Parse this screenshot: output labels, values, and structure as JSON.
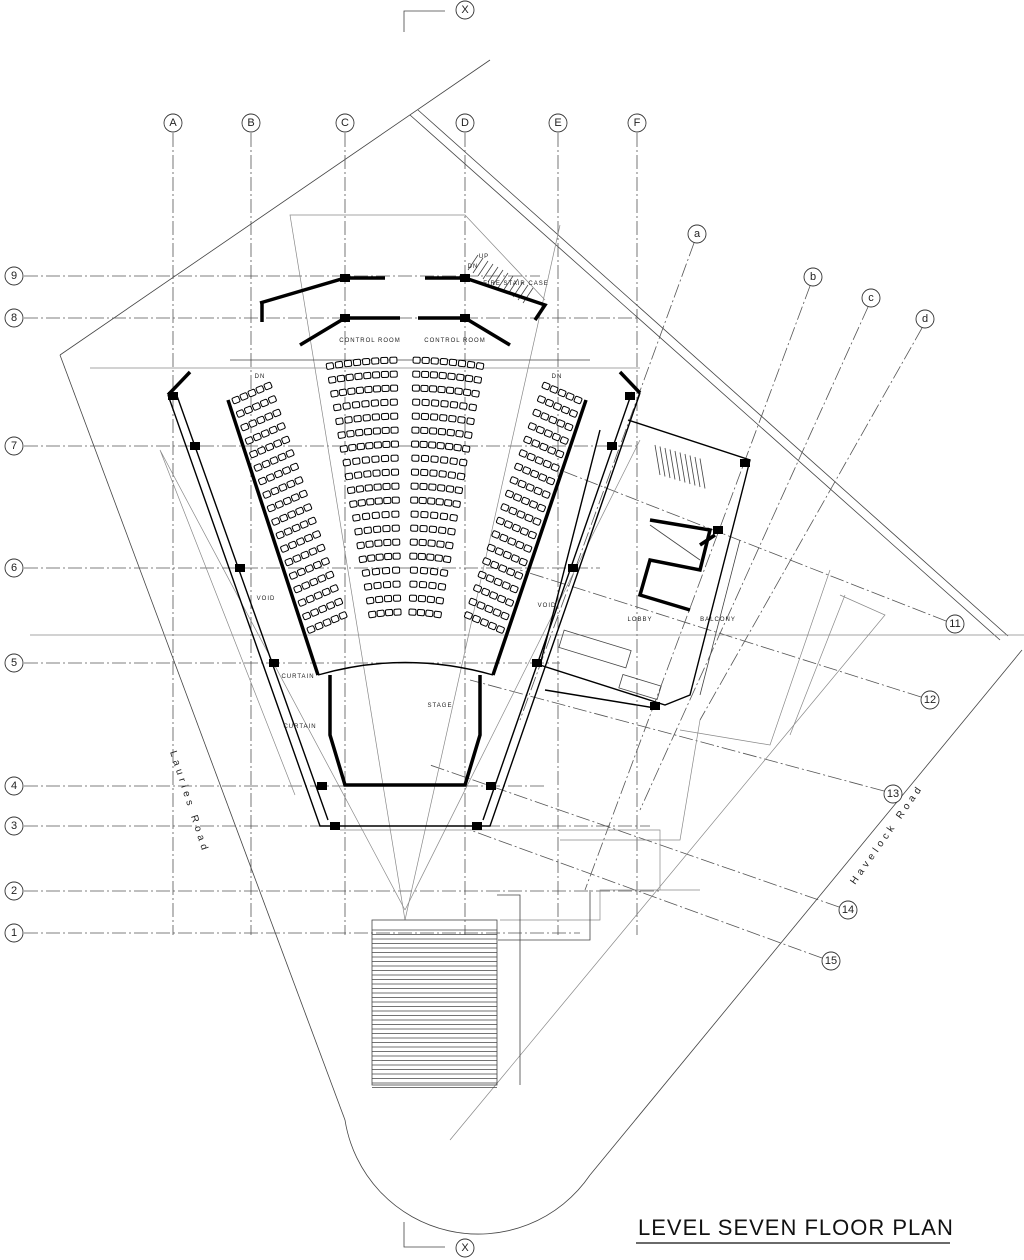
{
  "title": "LEVEL SEVEN FLOOR PLAN",
  "section_marker": "X",
  "grid_columns": [
    "A",
    "B",
    "C",
    "D",
    "E",
    "F"
  ],
  "grid_rows": [
    "1",
    "2",
    "3",
    "4",
    "5",
    "6",
    "7",
    "8",
    "9"
  ],
  "grid_diagonal_columns": [
    "a",
    "b",
    "c",
    "d"
  ],
  "grid_diagonal_rows": [
    "11",
    "12",
    "13",
    "14",
    "15"
  ],
  "rooms": {
    "fire_stair": "FIRE STAIR CASE",
    "control_room": "CONTROL ROOM",
    "void": "VOID",
    "curtain": "CURTAIN",
    "stage": "STAGE",
    "lobby": "LOBBY",
    "balcony": "BALCONY",
    "up": "UP",
    "dn": "DN"
  },
  "roads": {
    "left": "Lauries Road",
    "right": "Havelock Road"
  }
}
